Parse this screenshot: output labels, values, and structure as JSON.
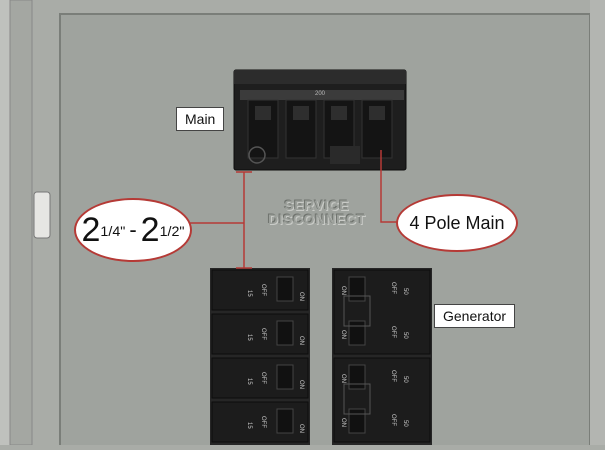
{
  "labels": {
    "main": "Main",
    "generator": "Generator",
    "four_pole_main": "4 Pole Main",
    "stamp_line1": "SERVICE",
    "stamp_line2": "DISCONNECT"
  },
  "dimension": {
    "min_whole": "2",
    "min_frac": "1/4\"",
    "separator": "-",
    "max_whole": "2",
    "max_frac": "1/2\""
  },
  "main_breaker": {
    "rating": "200"
  },
  "branch_breakers": {
    "left_rating": "15",
    "right_rating": "50",
    "on_label": "ON",
    "off_label": "OFF"
  },
  "colors": {
    "panel": "#9fa39e",
    "enclosure": "#a9aca7",
    "breaker_body": "#1e1e1e",
    "callout_line": "#b53a36"
  }
}
